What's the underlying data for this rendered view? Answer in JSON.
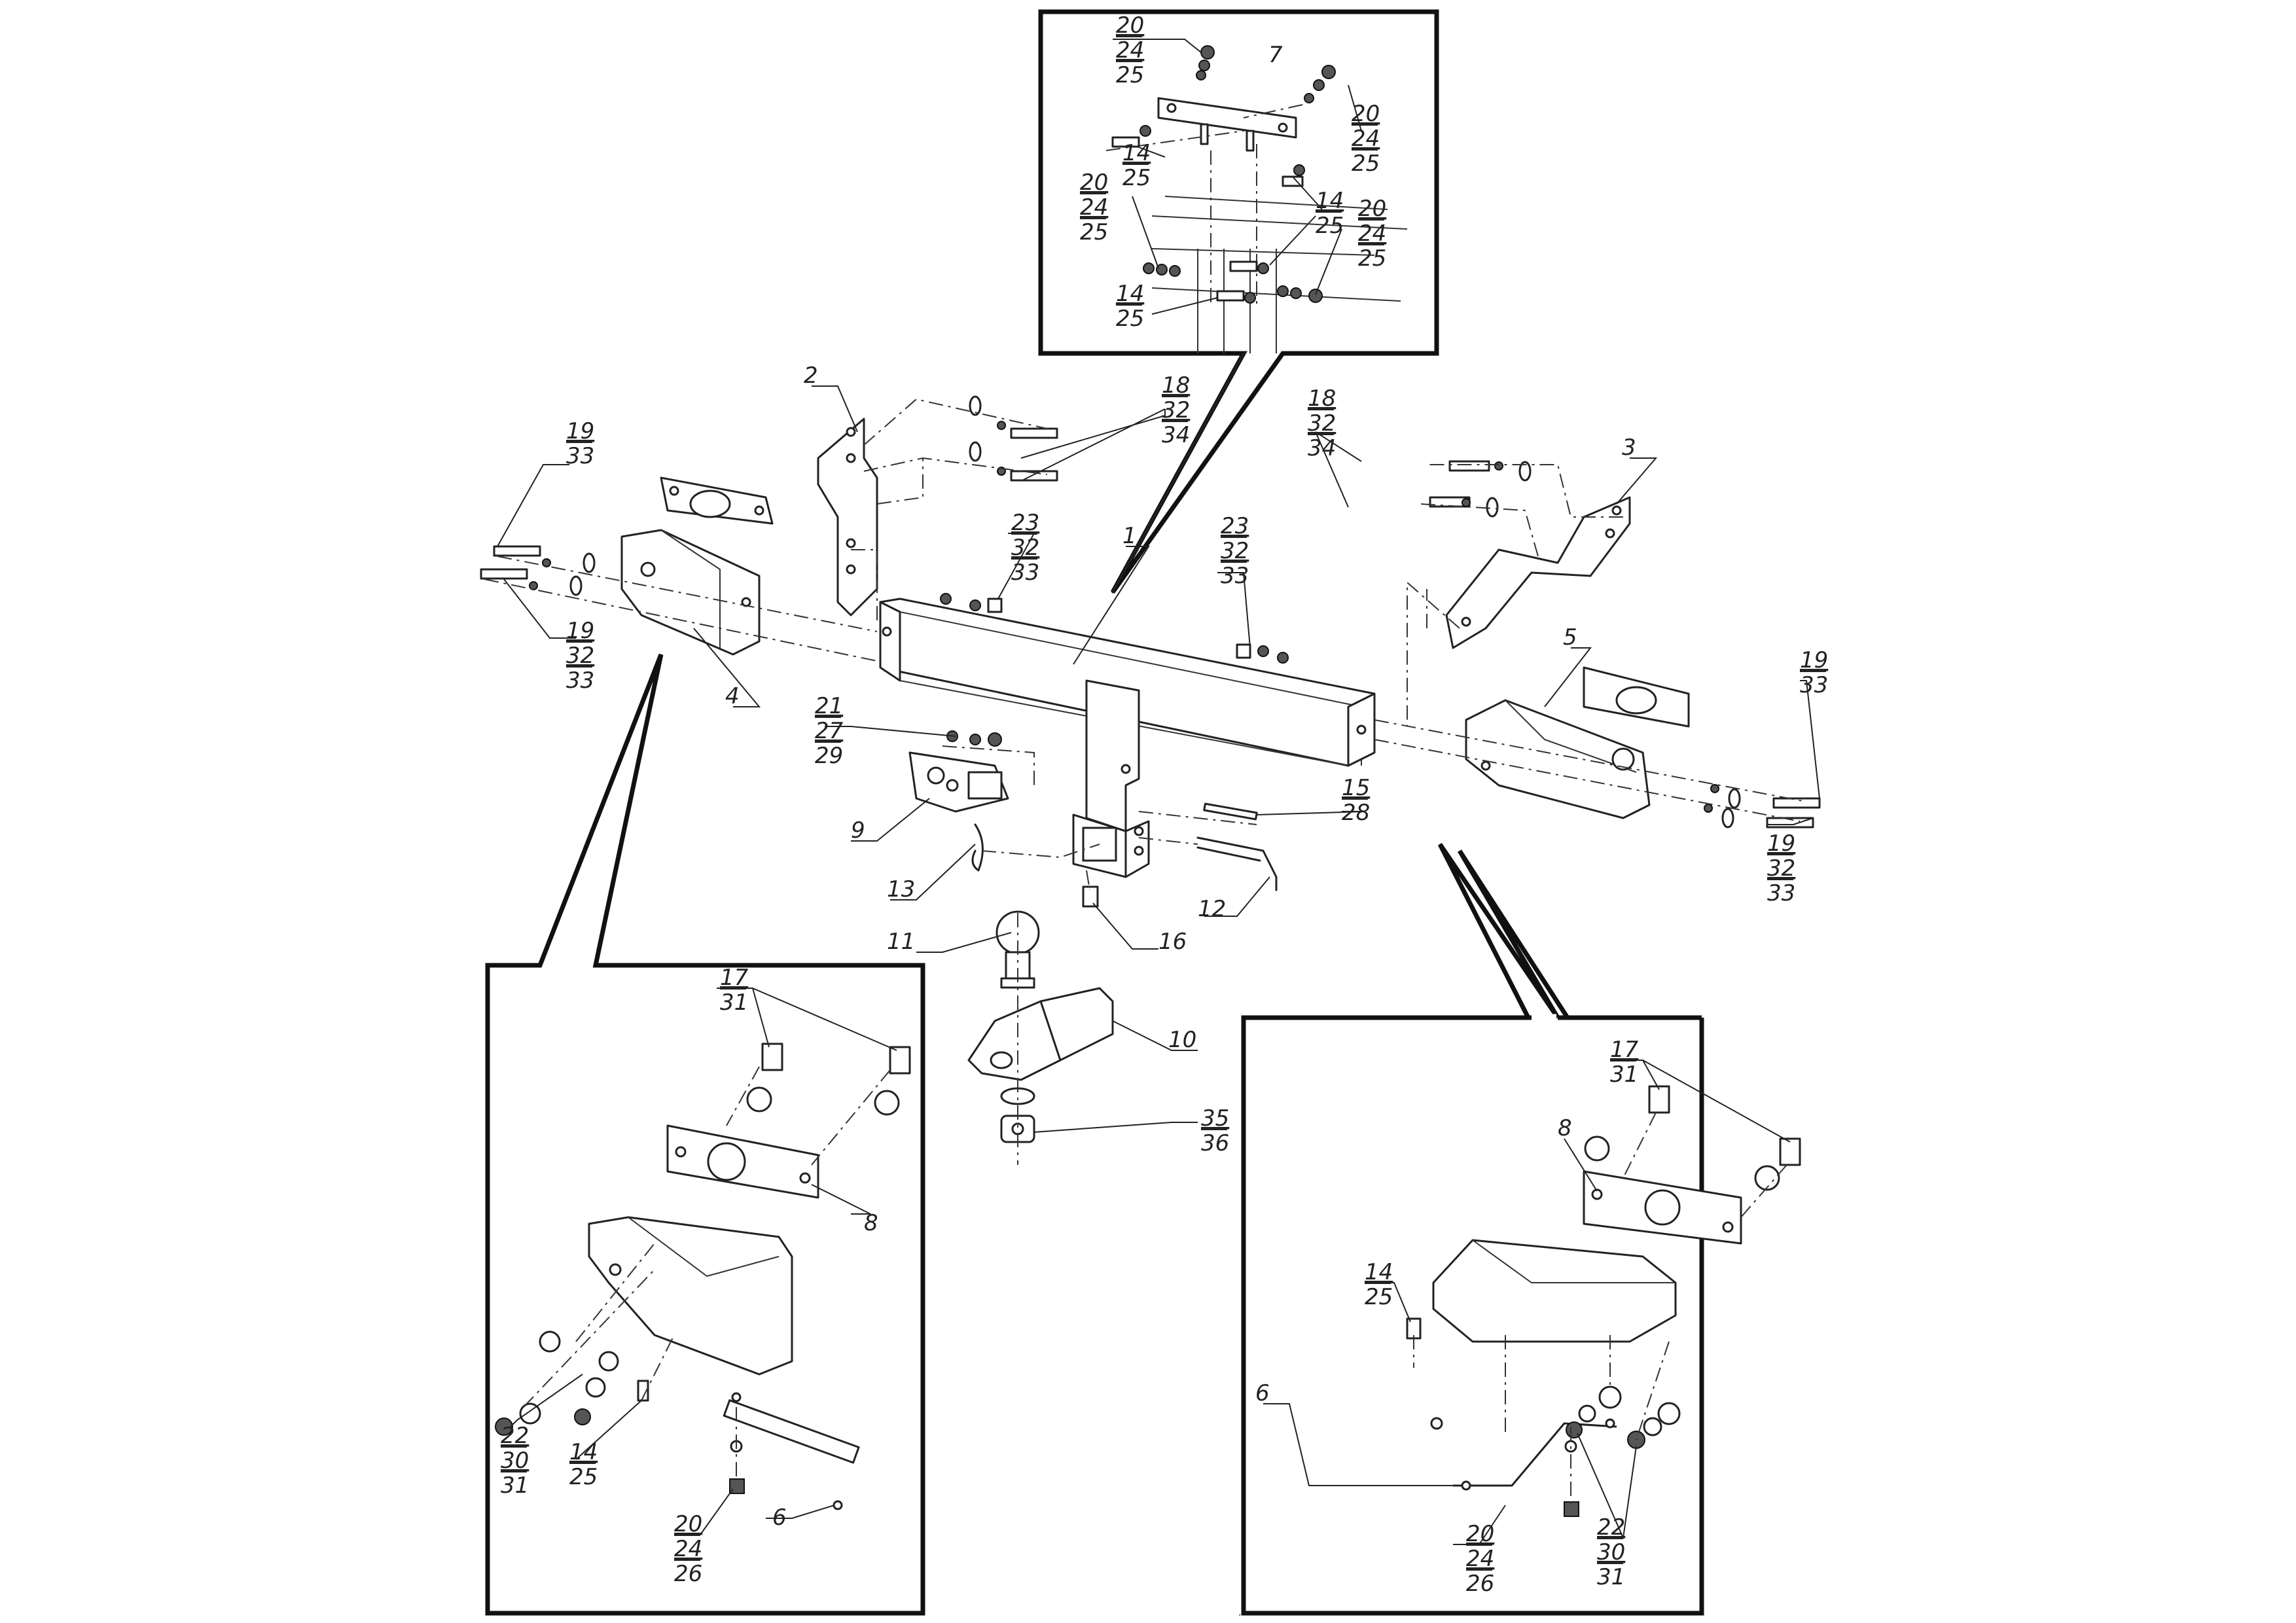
{
  "labels": {
    "p1": "1",
    "p2": "2",
    "p3": "3",
    "p4": "4",
    "p5": "5",
    "p6a": "6",
    "p6b": "6",
    "p7": "7",
    "p8a": "8",
    "p8b": "8",
    "p9": "9",
    "p10": "10",
    "p11": "11",
    "p12": "12",
    "p13": "13",
    "p16": "16",
    "s18l": [
      "18",
      "32",
      "34"
    ],
    "s18r": [
      "18",
      "32",
      "34"
    ],
    "s19ltop": [
      "19",
      "33"
    ],
    "s19lbot": [
      "19",
      "32",
      "33"
    ],
    "s19rtop": [
      "19",
      "33"
    ],
    "s19rbot": [
      "19",
      "32",
      "33"
    ],
    "s23l": [
      "23",
      "32",
      "33"
    ],
    "s23r": [
      "23",
      "32",
      "33"
    ],
    "s21": [
      "21",
      "27",
      "29"
    ],
    "s15": [
      "15",
      "28"
    ],
    "s35": [
      "35",
      "36"
    ],
    "t20a": [
      "20",
      "24",
      "25"
    ],
    "t20b": [
      "20",
      "24",
      "25"
    ],
    "t20c": [
      "20",
      "24",
      "25"
    ],
    "t20d": [
      "20",
      "24",
      "25"
    ],
    "t14a": [
      "14",
      "25"
    ],
    "t14b": [
      "14",
      "25"
    ],
    "t14c": [
      "14",
      "25"
    ],
    "l17": [
      "17",
      "31"
    ],
    "l22": [
      "22",
      "30",
      "31"
    ],
    "l14": [
      "14",
      "25"
    ],
    "l20": [
      "20",
      "24",
      "26"
    ],
    "r17": [
      "17",
      "31"
    ],
    "r14": [
      "14",
      "25"
    ],
    "r20": [
      "20",
      "24",
      "26"
    ],
    "r22": [
      "22",
      "30",
      "31"
    ]
  }
}
